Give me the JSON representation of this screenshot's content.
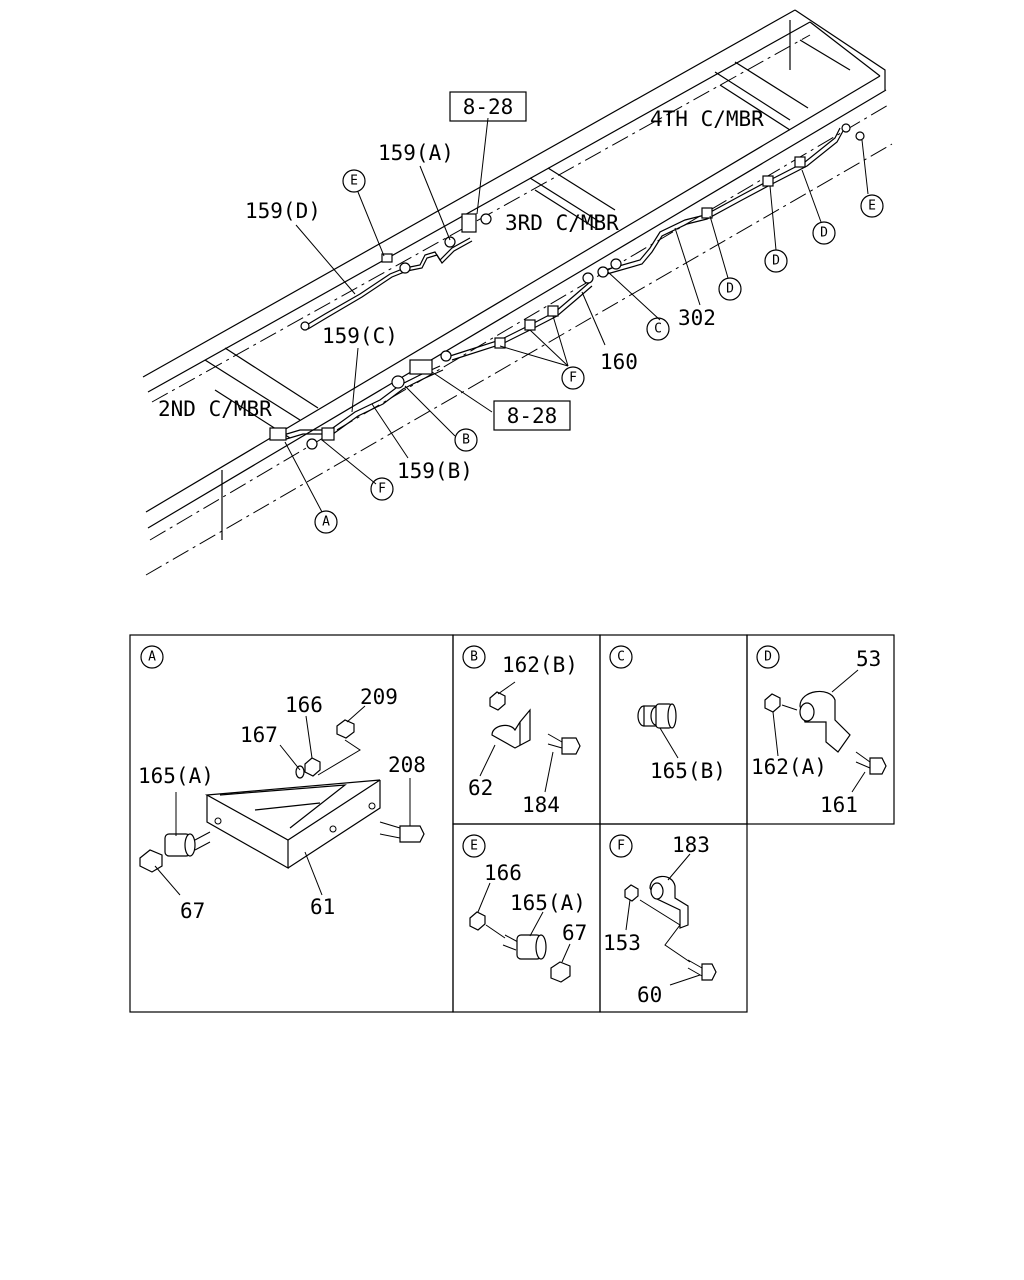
{
  "main_view": {
    "crossmembers": {
      "second": "2ND C/MBR",
      "third": "3RD C/MBR",
      "fourth": "4TH C/MBR"
    },
    "refs": {
      "top": "8-28",
      "bottom": "8-28"
    },
    "labels": {
      "p159a": "159(A)",
      "p159b": "159(B)",
      "p159c": "159(C)",
      "p159d": "159(D)",
      "p160": "160",
      "p302": "302"
    },
    "callouts": {
      "a": "A",
      "b": "B",
      "c": "C",
      "d1": "D",
      "d2": "D",
      "d3": "D",
      "e1": "E",
      "e2": "E",
      "f1": "F",
      "f2": "F"
    }
  },
  "details": {
    "a": {
      "callout": "A",
      "parts": {
        "p166": "166",
        "p209": "209",
        "p167": "167",
        "p208": "208",
        "p165a": "165(A)",
        "p67": "67",
        "p61": "61"
      }
    },
    "b": {
      "callout": "B",
      "parts": {
        "p162b": "162(B)",
        "p62": "62",
        "p184": "184"
      }
    },
    "c": {
      "callout": "C",
      "parts": {
        "p165b": "165(B)"
      }
    },
    "d": {
      "callout": "D",
      "parts": {
        "p53": "53",
        "p162a": "162(A)",
        "p161": "161"
      }
    },
    "e": {
      "callout": "E",
      "parts": {
        "p166": "166",
        "p165a": "165(A)",
        "p67": "67"
      }
    },
    "f": {
      "callout": "F",
      "parts": {
        "p183": "183",
        "p153": "153",
        "p60": "60"
      }
    }
  }
}
